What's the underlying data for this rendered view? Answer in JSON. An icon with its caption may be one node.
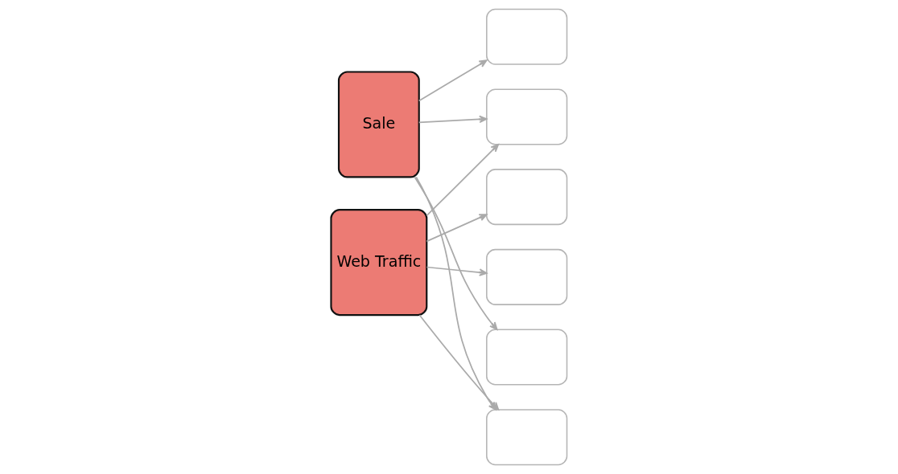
{
  "diagram": {
    "nodes": [
      {
        "text": [],
        "shape": "box"
      },
      {
        "text": [],
        "shape": "box"
      },
      {
        "text": [],
        "shape": "box"
      },
      {
        "text": [
          "Sale"
        ]
      },
      {
        "text": [
          "Web Traffic"
        ]
      },
      {
        "text": [],
        "shape": "box"
      },
      {
        "text": [],
        "shape": "box"
      },
      {
        "text": [],
        "shape": "box"
      }
    ],
    "edges": [
      {
        "from": 3,
        "to": 0,
        "arrow": "to"
      },
      {
        "from": 3,
        "to": 1,
        "arrow": "to"
      },
      {
        "from": 3,
        "to": 6,
        "arrow": "to"
      },
      {
        "from": 3,
        "to": 7,
        "arrow": "to"
      },
      {
        "from": 4,
        "to": 1,
        "arrow": "to"
      },
      {
        "from": 4,
        "to": 2,
        "arrow": "to"
      },
      {
        "from": 4,
        "to": 5,
        "arrow": "to"
      },
      {
        "from": 4,
        "to": 7,
        "arrow": "to"
      }
    ]
  }
}
